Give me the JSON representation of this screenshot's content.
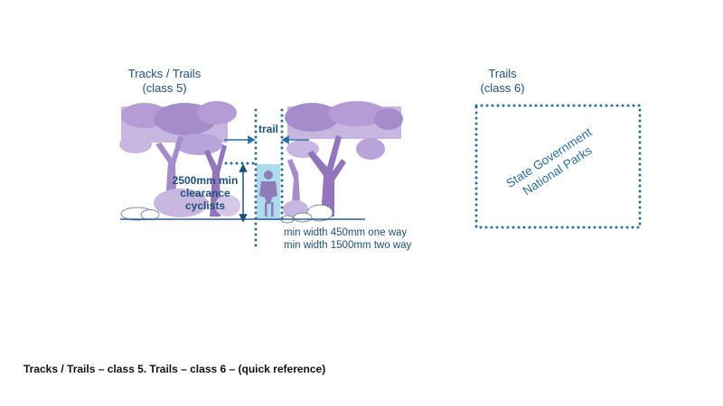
{
  "colors": {
    "text": "#1e4f7a",
    "trail_blue": "#2b6e9c",
    "dots": "#2a6f98",
    "trees": "#a58ccb",
    "trees_dark": "#9275bd",
    "trees_light": "#c7b6e0",
    "corridor": "#9fd6e9",
    "ground": "#2b5f8e"
  },
  "left_panel": {
    "title_line1": "Tracks / Trails",
    "title_line2": "(class 5)",
    "trail_label": "trail",
    "clearance_line1": "2500mm min",
    "clearance_line2": "clearance",
    "clearance_line3": "cyclists",
    "width_note_1": "min width 450mm one way",
    "width_note_2": "min width 1500mm two way",
    "icons": [
      "tree-icon",
      "cyclist-icon",
      "rock-icon"
    ]
  },
  "right_panel": {
    "title_line1": "Trails",
    "title_line2": "(class 6)",
    "stamp_line1": "State Government",
    "stamp_line2": "National Parks"
  },
  "caption": "Tracks / Trails – class 5.  Trails – class 6 – (quick reference)"
}
